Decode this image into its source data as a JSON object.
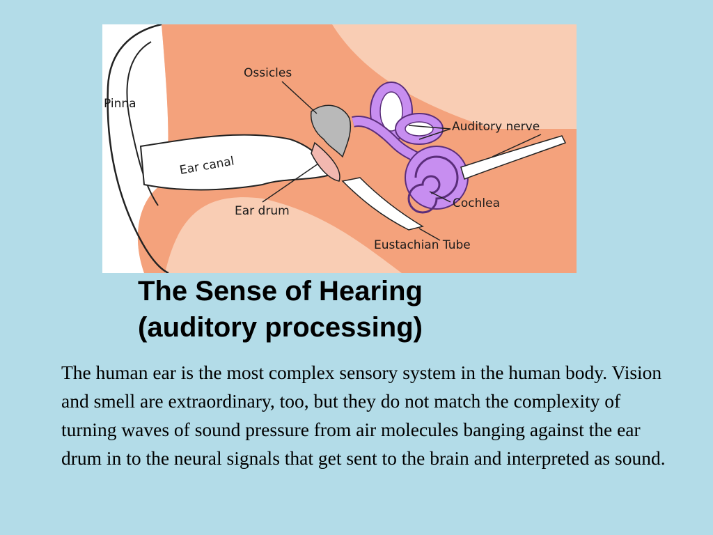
{
  "figure": {
    "labels": {
      "ossicles": "Ossicles",
      "pinna": "Pinna",
      "auditory_nerve": "Auditory nerve",
      "ear_canal": "Ear canal",
      "ear_drum": "Ear drum",
      "cochlea": "Cochlea",
      "eustachian_tube": "Eustachian Tube"
    },
    "colors": {
      "tissue": "#f4a27c",
      "tissue_light": "#f9cdb4",
      "cochlea": "#c78ef0",
      "bone": "#b9b9b9",
      "canal": "#ffffff"
    }
  },
  "title": {
    "line1": "The Sense of Hearing",
    "line2": "(auditory processing)"
  },
  "body": {
    "text": "The human ear is the most complex sensory system in the human body.  Vision and  smell are extraordinary, too, but they do not match the complexity of turning waves of sound pressure from air molecules banging against the ear drum in to the neural signals that get sent to the brain and interpreted as sound."
  },
  "colors": {
    "background": "#b3dce8",
    "text": "#000000"
  }
}
